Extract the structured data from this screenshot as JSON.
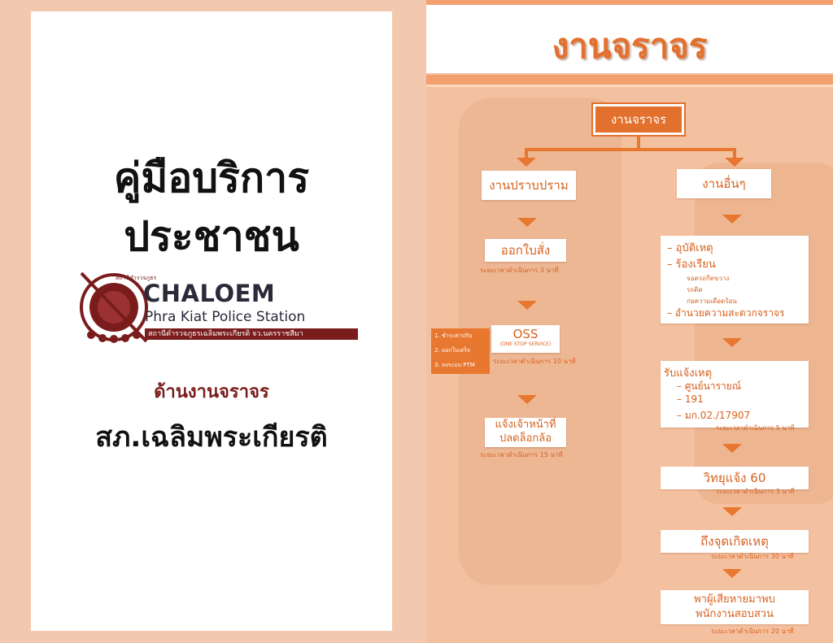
{
  "left": {
    "title_line1": "คู่มือบริการ",
    "title_line2": "ประชาชน",
    "logo_name": "CHALOEM",
    "logo_sub": "Phra Kiat Police Station",
    "logo_thai": "สถานีตำรวจภูธรเฉลิมพระเกียรติ จว.นครราชสีมา",
    "logo_ring_text": "สถานีตำรวจภูธร",
    "subtitle": "ด้านงานจราจร",
    "station": "สภ.เฉลิมพระเกียรติ"
  },
  "right": {
    "header_title": "งานจราจร",
    "top_box": "งานจราจร",
    "left_col": {
      "head": "งานปราบปราม",
      "step1": "ออกใบสั่ง",
      "step1_time": "ระยะเวลาดำเนินการ 3 นาที",
      "step2": "OSS",
      "step2_sub": "(ONE STOP SERVICE)",
      "step2_time": "ระยะเวลาดำเนินการ 10 นาที",
      "side": [
        "1. ชำระค่าปรับ",
        "2. ออกใบเสร็จ",
        "3. ลงระบบ PTM"
      ],
      "step3_line1": "แจ้งเจ้าหน้าที่",
      "step3_line2": "ปลดล็อกล้อ",
      "step3_time": "ระยะเวลาดำเนินการ 15 นาที"
    },
    "right_col": {
      "head": "งานอื่นๆ",
      "list1": "– อุบัติเหตุ",
      "list2": "– ร้องเรียน",
      "list2a": "จอดรถกีดขวาง",
      "list2b": "รถติด",
      "list2c": "ก่อความเดือดร้อน",
      "list3": "– อำนวยความสะดวกจราจร",
      "recv": "รับแจ้งเหตุ",
      "recv1": "– ศูนย์นารายณ์",
      "recv2": "– 191",
      "recv3": "– มก.02./17907",
      "recv_time": "ระยะเวลาดำเนินการ 5 นาที",
      "radio": "วิทยุแจ้ง 60",
      "radio_time": "ระยะเวลาดำเนินการ 3 นาที",
      "arrive": "ถึงจุดเกิดเหตุ",
      "arrive_time": "ระยะเวลาดำเนินการ 30 นาที",
      "final_line1": "พาผู้เสียหายมาพบ",
      "final_line2": "พนักงานสอบสวน",
      "final_time": "ระยะเวลาดำเนินการ 20 นาที"
    }
  }
}
